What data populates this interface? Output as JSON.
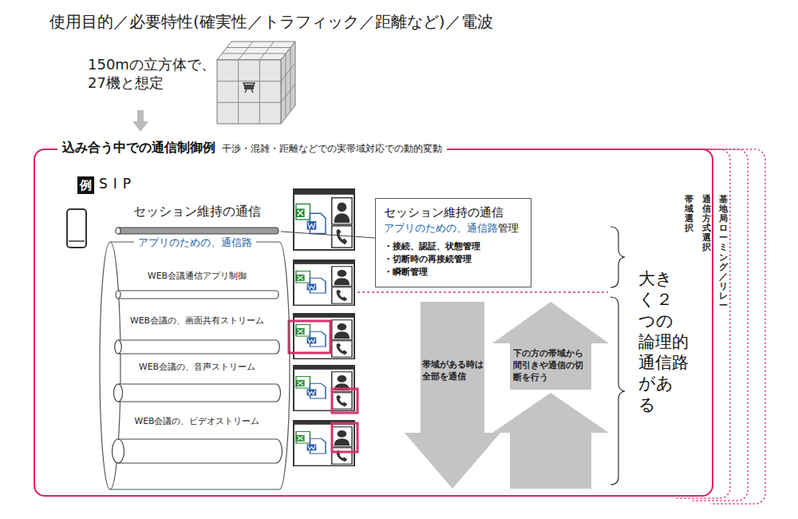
{
  "diagram": {
    "title": "使用目的／必要特性(確実性／トラフィック／距離など)／電波",
    "nodes": [
      {
        "text": [
          "基地局ローミング／リレー"
        ]
      },
      {
        "text": [
          "通信方式選択"
        ],
        "in": 0
      },
      {
        "text": [
          "帯域選択"
        ],
        "in": 1
      },
      {
        "text": [
          "込み合う中での通信制御例",
          "干渉・混雑・距離などでの実帯域対応での動的変動"
        ],
        "in": 2
      },
      {
        "text": [
          "例"
        ],
        "in": 3
      },
      {
        "text": [
          "セッション維持の通信"
        ],
        "in": 3
      },
      {
        "text": [
          "アプリのための、通信路"
        ],
        "in": 3
      },
      {
        "text": [
          "WEB会議通信アプリ制御"
        ],
        "in": 6
      },
      {
        "text": [
          "WEB会議の、画面共有ストリーム"
        ],
        "in": 6
      },
      {
        "text": [
          "WEB会議の、音声ストリーム"
        ],
        "in": 6
      },
      {
        "text": [
          "WEB会議の、ビデオストリーム"
        ],
        "in": 6
      },
      {
        "text": [
          "セッション維持の通信",
          "アプリのための、通信路",
          "管理",
          "・接続、認証、状態管理",
          "・切断時の再接続管理",
          "・瞬断管理"
        ],
        "in": 3
      },
      {
        "text": [
          "帯域がある時は全部を通信"
        ],
        "in": 3
      },
      {
        "text": [
          "下の方の帯域から間引きや通信の切断を行う"
        ],
        "in": 3
      }
    ],
    "edges": [
      {
        "from": 11,
        "to": 5,
        "arrow": "none"
      }
    ],
    "labels": [
      "150mの立方体で、27機と想定",
      "SIP",
      "大きく２つの論理的通信路がある"
    ]
  }
}
